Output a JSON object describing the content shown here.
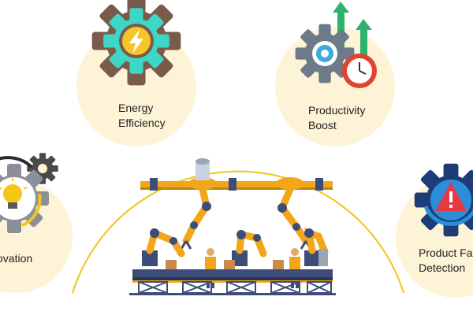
{
  "features": {
    "energy": {
      "line1": "Energy",
      "line2": "Efficiency",
      "icon": "lightning-gear-icon",
      "color": "#3ed6c5"
    },
    "productivity": {
      "line1": "Productivity",
      "line2": "Boost",
      "icon": "gear-clock-arrows-icon",
      "color": "#2db36b"
    },
    "innovation": {
      "line1": "ovation",
      "icon": "lightbulb-gear-icon",
      "color": "#f5c518"
    },
    "fault": {
      "line1": "Product Fa",
      "line2": "Detection",
      "icon": "warning-gear-icon",
      "color": "#e63946"
    }
  },
  "colors": {
    "circle_fill": "#fdf3d6",
    "arc": "#f0c419",
    "robot": "#f2a71b",
    "conveyor": "#3d4d7a"
  }
}
